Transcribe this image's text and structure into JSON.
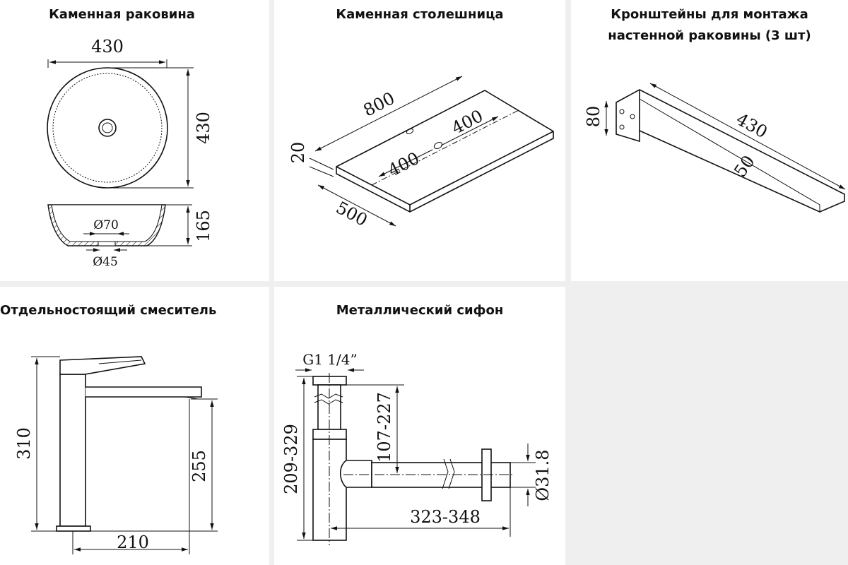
{
  "panels": {
    "sink": {
      "title": "Каменная раковина",
      "dims": {
        "width": "430",
        "depth": "430",
        "height": "165",
        "outlet_outer": "Ø70",
        "outlet_inner": "Ø45"
      }
    },
    "countertop": {
      "title": "Каменная столешница",
      "dims": {
        "length": "800",
        "half_left": "400",
        "half_right": "400",
        "thickness": "20",
        "depth": "500"
      }
    },
    "brackets": {
      "title_line1": "Кронштейны для монтажа",
      "title_line2": "настенной раковины (3 шт)",
      "dims": {
        "height": "80",
        "length": "430",
        "width": "50"
      }
    },
    "faucet": {
      "title": "Отдельностоящий смеситель",
      "dims": {
        "height": "310",
        "spout_height": "255",
        "reach": "210"
      }
    },
    "siphon": {
      "title": "Металлический сифон",
      "dims": {
        "thread": "G1 1/4”",
        "total_height": "209-329",
        "outlet_height": "107-227",
        "length": "323-348",
        "pipe_diameter": "Ø31.8"
      }
    }
  }
}
